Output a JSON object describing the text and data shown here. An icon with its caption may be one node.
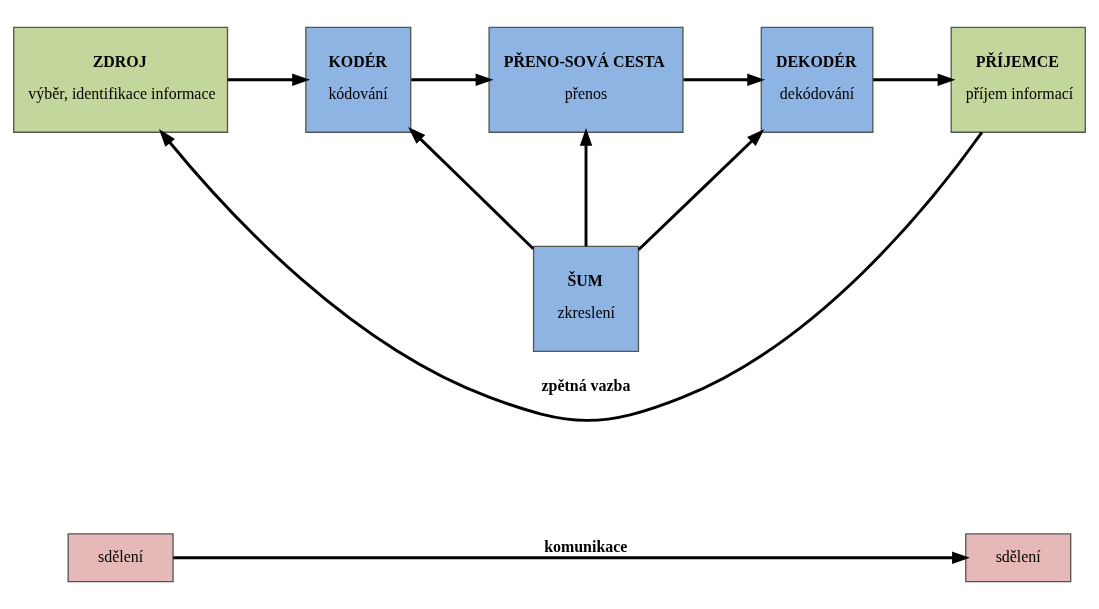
{
  "diagram": {
    "nodes": [
      {
        "text": [
          "sdělení"
        ]
      },
      {
        "text": [
          "sdělení"
        ]
      },
      {
        "text": [
          "ZDROJ",
          "výběr, identifikace informace"
        ]
      },
      {
        "text": [
          "KODÉR",
          "kódování"
        ]
      },
      {
        "text": [
          "PŘENO-SOVÁ CESTA",
          "přenos"
        ]
      },
      {
        "text": [
          "DEKODÉR",
          "dekódování"
        ]
      },
      {
        "text": [
          "PŘÍJEMCE",
          "příjem informací"
        ]
      },
      {
        "text": [
          "ŠUM",
          "zkreslení"
        ]
      }
    ],
    "edges": [
      {
        "from": 0,
        "to": 1,
        "arrow": "to",
        "label": "komunikace"
      },
      {
        "from": 2,
        "to": 3,
        "arrow": "to"
      },
      {
        "from": 3,
        "to": 4,
        "arrow": "to"
      },
      {
        "from": 4,
        "to": 5,
        "arrow": "to"
      },
      {
        "from": 5,
        "to": 6,
        "arrow": "to"
      },
      {
        "from": 7,
        "to": 3,
        "arrow": "to"
      },
      {
        "from": 7,
        "to": 4,
        "arrow": "to"
      },
      {
        "from": 7,
        "to": 5,
        "arrow": "to"
      },
      {
        "from": 6,
        "to": 2,
        "arrow": "to",
        "label": "zpětná vazba"
      }
    ]
  }
}
